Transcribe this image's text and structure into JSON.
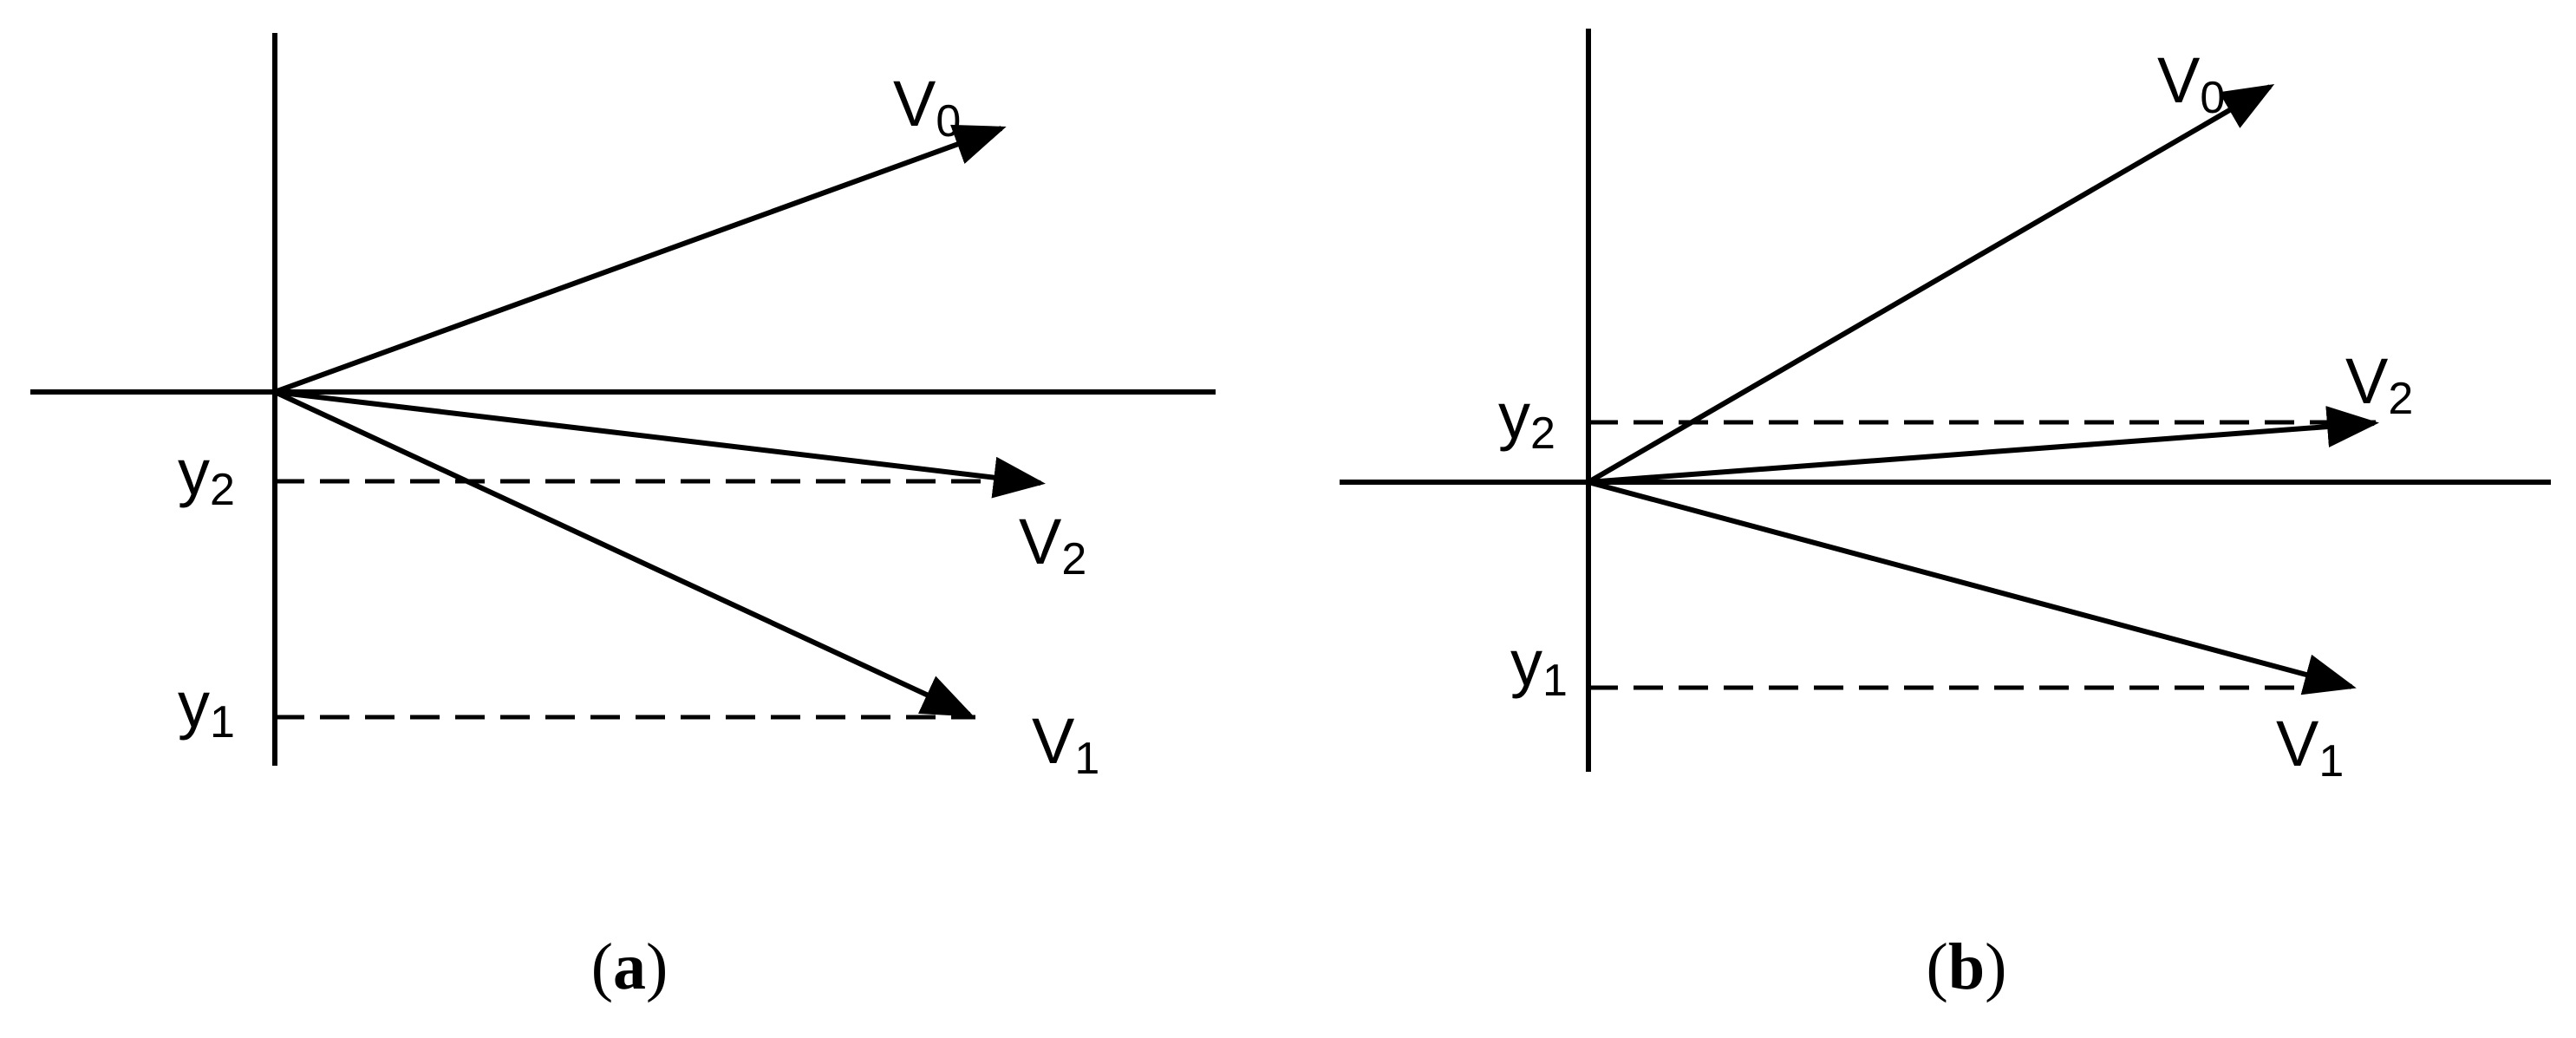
{
  "panels": [
    {
      "id": "a",
      "caption": {
        "open": "(",
        "letter": "a",
        "close": ")"
      },
      "vectors": [
        {
          "base": "V",
          "sub": "0"
        },
        {
          "base": "V",
          "sub": "2"
        },
        {
          "base": "V",
          "sub": "1"
        }
      ],
      "levels": [
        {
          "base": "y",
          "sub": "2"
        },
        {
          "base": "y",
          "sub": "1"
        }
      ]
    },
    {
      "id": "b",
      "caption": {
        "open": "(",
        "letter": "b",
        "close": ")"
      },
      "vectors": [
        {
          "base": "V",
          "sub": "0"
        },
        {
          "base": "V",
          "sub": "2"
        },
        {
          "base": "V",
          "sub": "1"
        }
      ],
      "levels": [
        {
          "base": "y",
          "sub": "2"
        },
        {
          "base": "y",
          "sub": "1"
        }
      ]
    }
  ]
}
